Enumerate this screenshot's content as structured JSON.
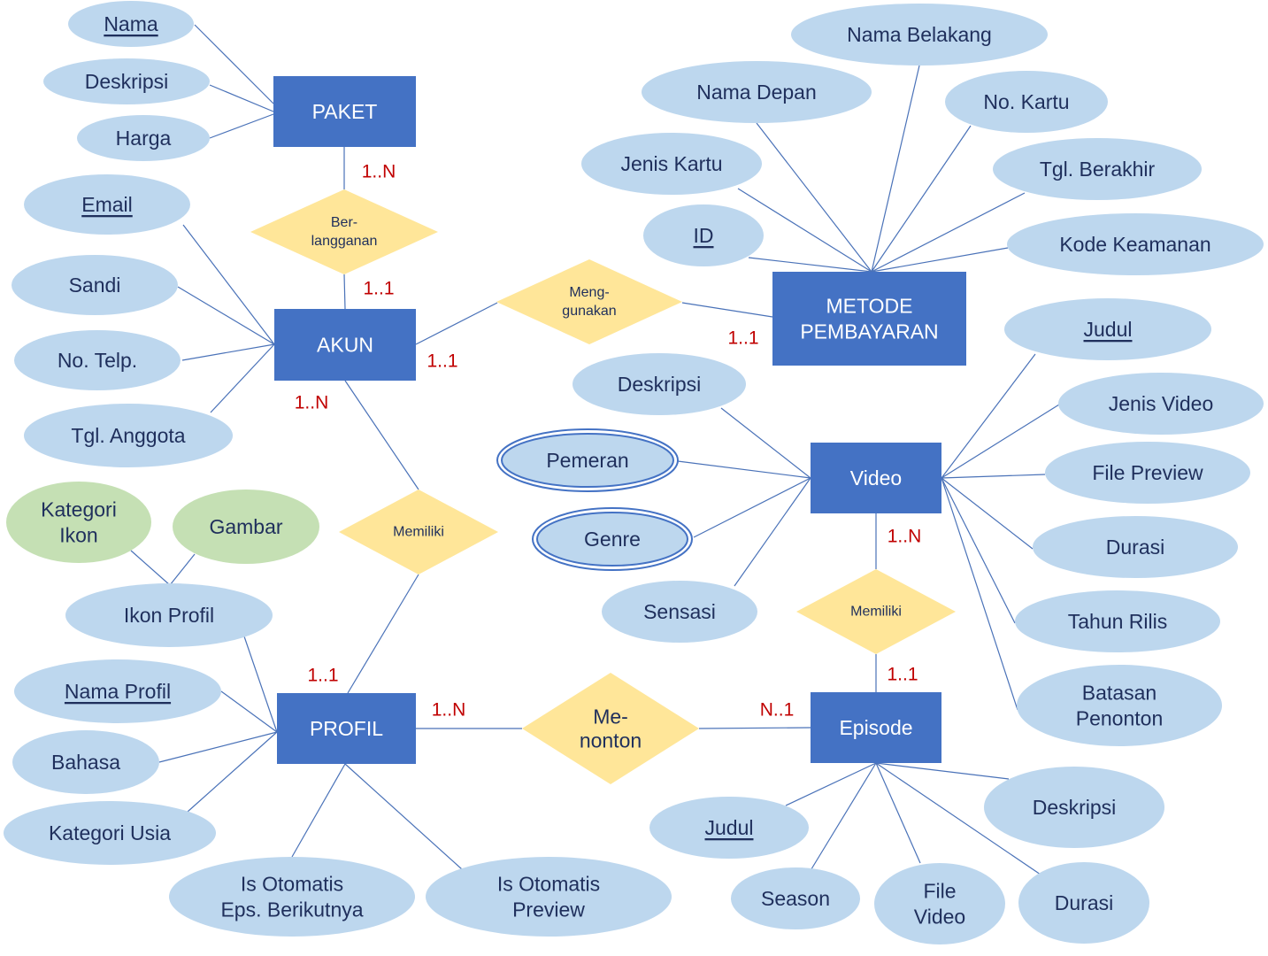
{
  "colors": {
    "entity": "#4472c4",
    "attribute": "#bdd7ee",
    "attribute_green": "#c5e0b4",
    "relationship": "#ffe699",
    "line": "#4a72b8",
    "cardinality": "#c00000",
    "text_dark": "#1f2f5c"
  },
  "entities": [
    {
      "id": "paket",
      "lines": [
        "PAKET"
      ]
    },
    {
      "id": "akun",
      "lines": [
        "AKUN"
      ]
    },
    {
      "id": "metode",
      "lines": [
        "METODE",
        "PEMBAYARAN"
      ]
    },
    {
      "id": "video",
      "lines": [
        "Video"
      ]
    },
    {
      "id": "profil",
      "lines": [
        "PROFIL"
      ]
    },
    {
      "id": "episode",
      "lines": [
        "Episode"
      ]
    }
  ],
  "relationships": [
    {
      "id": "berlangganan",
      "lines": [
        "Ber-",
        "langganan"
      ]
    },
    {
      "id": "menggunakan",
      "lines": [
        "Meng-",
        "gunakan"
      ]
    },
    {
      "id": "memiliki-akun",
      "lines": [
        "Memiliki"
      ]
    },
    {
      "id": "memiliki-video",
      "lines": [
        "Memiliki"
      ]
    },
    {
      "id": "menonton",
      "lines": [
        "Me-",
        "nonton"
      ]
    }
  ],
  "attributes": [
    {
      "id": "paket-nama",
      "lines": [
        "Nama"
      ],
      "key": true
    },
    {
      "id": "paket-deskripsi",
      "lines": [
        "Deskripsi"
      ]
    },
    {
      "id": "paket-harga",
      "lines": [
        "Harga"
      ]
    },
    {
      "id": "akun-email",
      "lines": [
        "Email"
      ],
      "key": true
    },
    {
      "id": "akun-sandi",
      "lines": [
        "Sandi"
      ]
    },
    {
      "id": "akun-notelp",
      "lines": [
        "No. Telp."
      ]
    },
    {
      "id": "akun-tglanggota",
      "lines": [
        "Tgl. Anggota"
      ]
    },
    {
      "id": "kategori-ikon",
      "lines": [
        "Kategori",
        "Ikon"
      ],
      "green": true
    },
    {
      "id": "gambar",
      "lines": [
        "Gambar"
      ],
      "green": true
    },
    {
      "id": "ikon-profil",
      "lines": [
        "Ikon Profil"
      ]
    },
    {
      "id": "nama-profil",
      "lines": [
        "Nama Profil"
      ],
      "key": true
    },
    {
      "id": "bahasa",
      "lines": [
        "Bahasa"
      ]
    },
    {
      "id": "kategori-usia",
      "lines": [
        "Kategori Usia"
      ]
    },
    {
      "id": "auto-next",
      "lines": [
        "Is Otomatis",
        "Eps. Berikutnya"
      ]
    },
    {
      "id": "auto-preview",
      "lines": [
        "Is Otomatis",
        "Preview"
      ]
    },
    {
      "id": "nama-belakang",
      "lines": [
        "Nama Belakang"
      ]
    },
    {
      "id": "nama-depan",
      "lines": [
        "Nama Depan"
      ]
    },
    {
      "id": "no-kartu",
      "lines": [
        "No. Kartu"
      ]
    },
    {
      "id": "jenis-kartu",
      "lines": [
        "Jenis Kartu"
      ]
    },
    {
      "id": "tgl-berakhir",
      "lines": [
        "Tgl. Berakhir"
      ]
    },
    {
      "id": "metode-id",
      "lines": [
        "ID"
      ],
      "key": true
    },
    {
      "id": "kode-keamanan",
      "lines": [
        "Kode Keamanan"
      ]
    },
    {
      "id": "video-judul",
      "lines": [
        "Judul"
      ],
      "key": true
    },
    {
      "id": "jenis-video",
      "lines": [
        "Jenis Video"
      ]
    },
    {
      "id": "file-preview",
      "lines": [
        "File Preview"
      ]
    },
    {
      "id": "video-durasi",
      "lines": [
        "Durasi"
      ]
    },
    {
      "id": "tahun-rilis",
      "lines": [
        "Tahun Rilis"
      ]
    },
    {
      "id": "batasan-penonton",
      "lines": [
        "Batasan",
        "Penonton"
      ]
    },
    {
      "id": "video-deskripsi",
      "lines": [
        "Deskripsi"
      ]
    },
    {
      "id": "pemeran",
      "lines": [
        "Pemeran"
      ],
      "multi": true
    },
    {
      "id": "genre",
      "lines": [
        "Genre"
      ],
      "multi": true
    },
    {
      "id": "sensasi",
      "lines": [
        "Sensasi"
      ]
    },
    {
      "id": "episode-judul",
      "lines": [
        "Judul"
      ],
      "key": true
    },
    {
      "id": "season",
      "lines": [
        "Season"
      ]
    },
    {
      "id": "file-video",
      "lines": [
        "File",
        "Video"
      ]
    },
    {
      "id": "episode-durasi",
      "lines": [
        "Durasi"
      ]
    },
    {
      "id": "episode-deskripsi",
      "lines": [
        "Deskripsi"
      ]
    }
  ],
  "cardinalities": [
    {
      "id": "paket-berlangganan",
      "label": "1..N"
    },
    {
      "id": "akun-berlangganan",
      "label": "1..1"
    },
    {
      "id": "akun-menggunakan",
      "label": "1..1"
    },
    {
      "id": "metode-menggunakan",
      "label": "1..1"
    },
    {
      "id": "akun-memiliki",
      "label": "1..N"
    },
    {
      "id": "profil-memiliki",
      "label": "1..1"
    },
    {
      "id": "profil-menonton",
      "label": "1..N"
    },
    {
      "id": "episode-menonton",
      "label": "N..1"
    },
    {
      "id": "video-memiliki",
      "label": "1..N"
    },
    {
      "id": "episode-memiliki",
      "label": "1..1"
    }
  ]
}
